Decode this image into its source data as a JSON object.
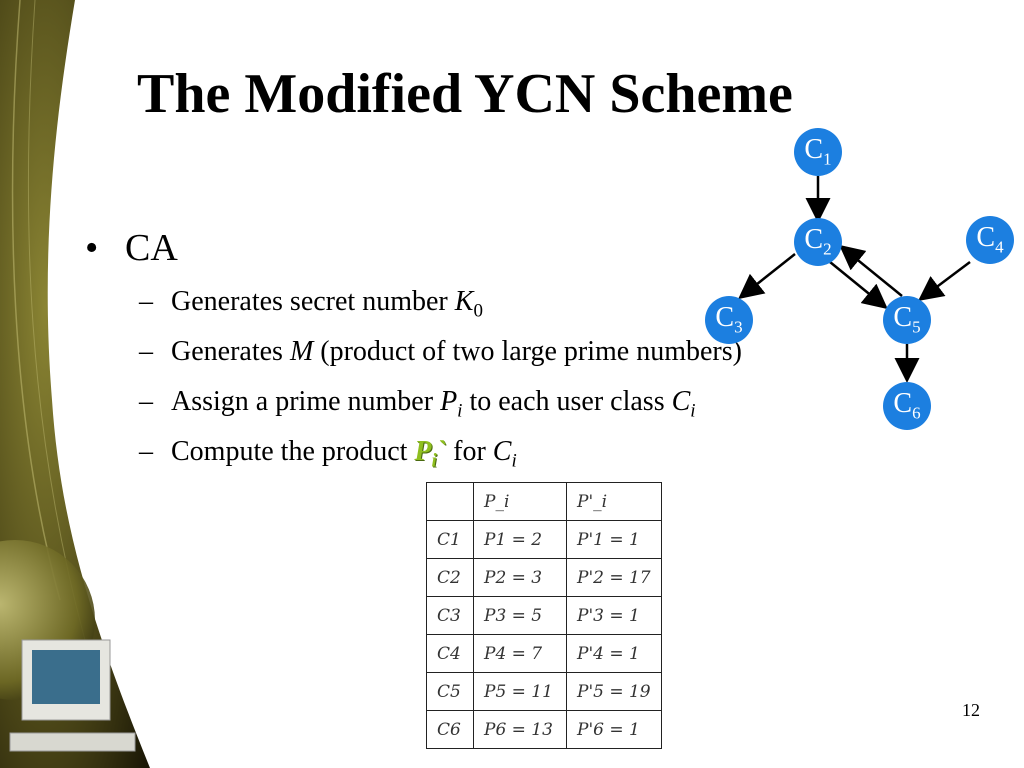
{
  "slide": {
    "title": "The Modified YCN Scheme",
    "bullet": "CA",
    "items": [
      {
        "pre": "Generates secret number ",
        "var": "K",
        "sub": "0",
        "post": ""
      },
      {
        "pre": "Generates ",
        "var": "M",
        "post": " (product of two large prime numbers)"
      },
      {
        "pre": "Assign a prime number ",
        "var": "P",
        "sub": "i",
        "mid": " to each user class ",
        "var2": "C",
        "sub2": "i"
      },
      {
        "pre": "Compute the product ",
        "highlight": "P",
        "highlight_sub": "i",
        "highlight_mark": "`",
        "mid": " for ",
        "var2": "C",
        "sub2": "i"
      }
    ],
    "page_number": "12"
  },
  "graph": {
    "nodes": [
      {
        "label": "C",
        "sub": "1"
      },
      {
        "label": "C",
        "sub": "2"
      },
      {
        "label": "C",
        "sub": "3"
      },
      {
        "label": "C",
        "sub": "4"
      },
      {
        "label": "C",
        "sub": "5"
      },
      {
        "label": "C",
        "sub": "6"
      }
    ],
    "edges": [
      [
        "C1",
        "C2"
      ],
      [
        "C2",
        "C3"
      ],
      [
        "C2",
        "C5"
      ],
      [
        "C5",
        "C2"
      ],
      [
        "C4",
        "C5"
      ],
      [
        "C5",
        "C6"
      ]
    ]
  },
  "table": {
    "header": [
      "",
      "P_i",
      "P'_i"
    ],
    "rows": [
      [
        "C1",
        "P1 = 2",
        "P'1 = 1"
      ],
      [
        "C2",
        "P2 = 3",
        "P'2 = 17"
      ],
      [
        "C3",
        "P3 = 5",
        "P'3 = 1"
      ],
      [
        "C4",
        "P4 = 7",
        "P'4 = 1"
      ],
      [
        "C5",
        "P5 = 11",
        "P'5 = 19"
      ],
      [
        "C6",
        "P6 = 13",
        "P'6 = 1"
      ]
    ]
  },
  "colors": {
    "node_fill": "#1c7fe0",
    "highlight": "#8fbf1f",
    "decor_dark": "#1e1a08",
    "decor_olive": "#6f6a25"
  },
  "icons": {
    "decor": "globe-computer-illustration"
  }
}
